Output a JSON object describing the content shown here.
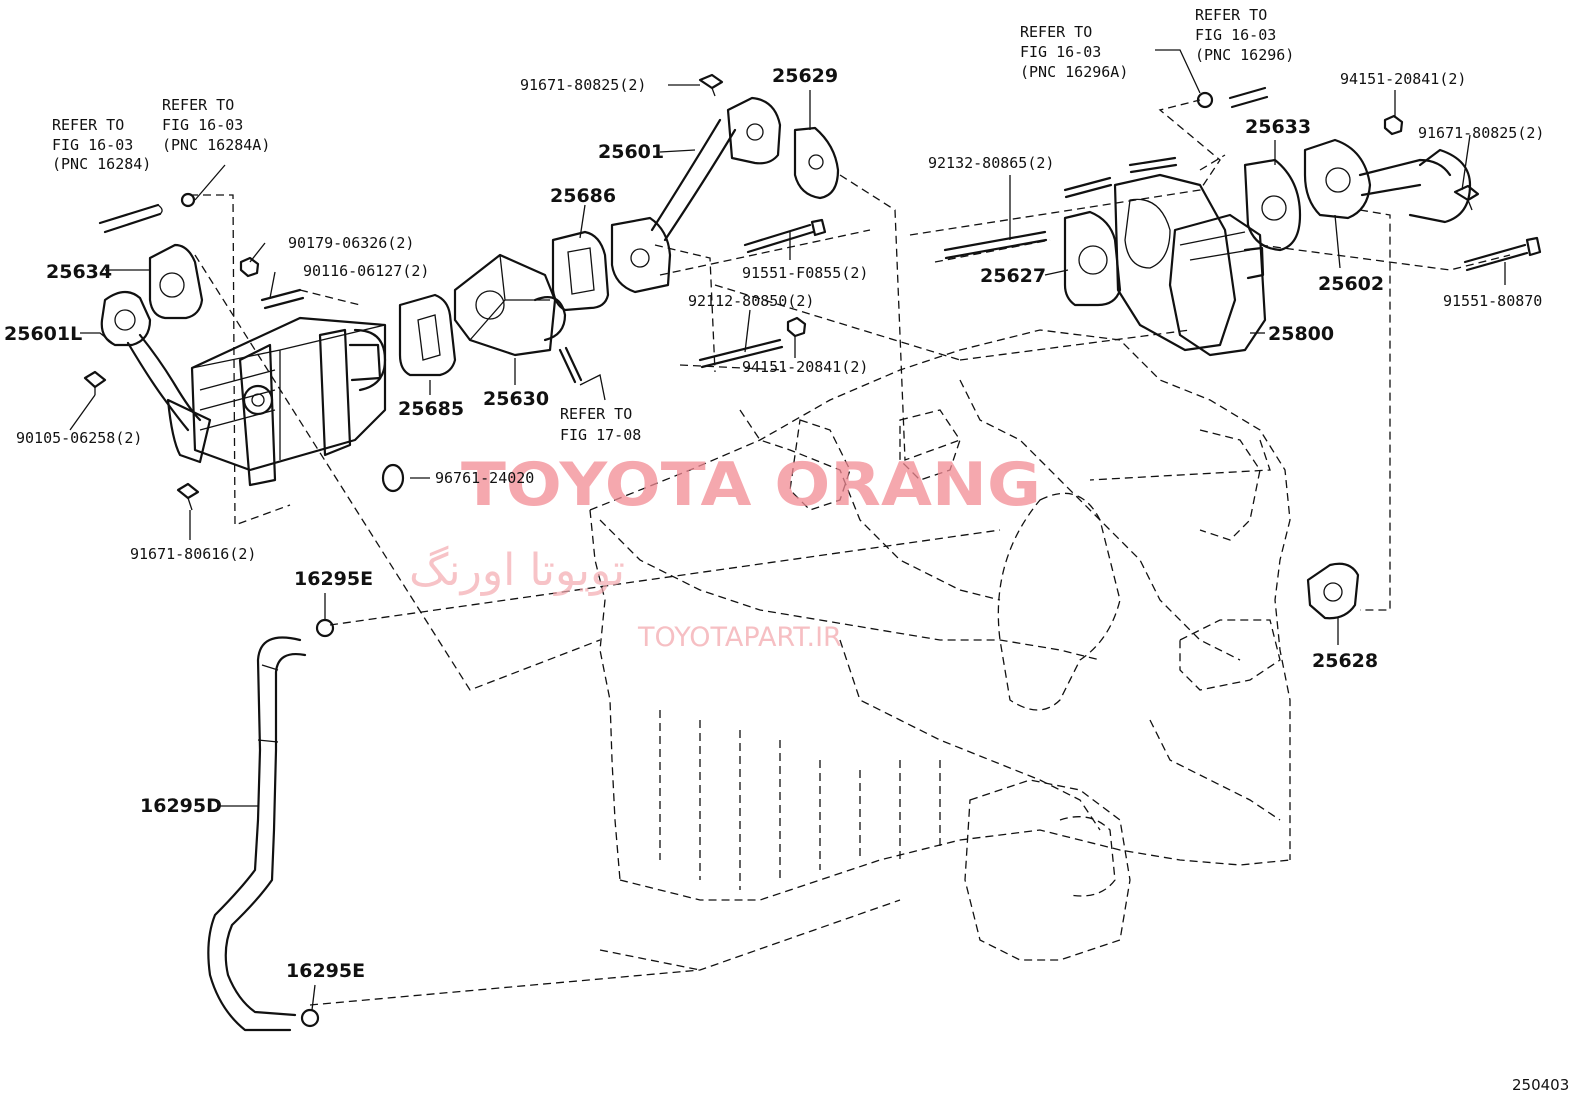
{
  "watermark": {
    "brand": "TOYOTA ORANG",
    "brand_persian": "تویوتا اورنگ",
    "site": "TOYOTAPART.IR"
  },
  "figure_id": "250403",
  "refer": {
    "r1": [
      "REFER TO",
      "FIG 16-03",
      "(PNC 16284)"
    ],
    "r2": [
      "REFER TO",
      "FIG 16-03",
      "(PNC 16284A)"
    ],
    "r3": [
      "REFER TO",
      "FIG 17-08"
    ],
    "r4": [
      "REFER TO",
      "FIG 16-03",
      "(PNC 16296A)"
    ],
    "r5": [
      "REFER TO",
      "FIG 16-03",
      "(PNC 16296)"
    ]
  },
  "parts": {
    "p25634": "25634",
    "p25601L": "25601L",
    "p25601": "25601",
    "p25629": "25629",
    "p25686": "25686",
    "p25685": "25685",
    "p25630": "25630",
    "p25627": "25627",
    "p25633": "25633",
    "p25602": "25602",
    "p25800": "25800",
    "p25628": "25628",
    "p16295E_top": "16295E",
    "p16295D": "16295D",
    "p16295E_bottom": "16295E"
  },
  "fasteners": {
    "f90179": "90179-06326(2)",
    "f90116": "90116-06127(2)",
    "f90105": "90105-06258(2)",
    "f91671_left": "91671-80616(2)",
    "f96761": "96761-24020",
    "f91671_top": "91671-80825(2)",
    "f91551_F0855": "91551-F0855(2)",
    "f92112": "92112-80850(2)",
    "f94151_mid": "94151-20841(2)",
    "f92132": "92132-80865(2)",
    "f94151_right": "94151-20841(2)",
    "f91671_right": "91671-80825(2)",
    "f91551_80870": "91551-80870"
  }
}
